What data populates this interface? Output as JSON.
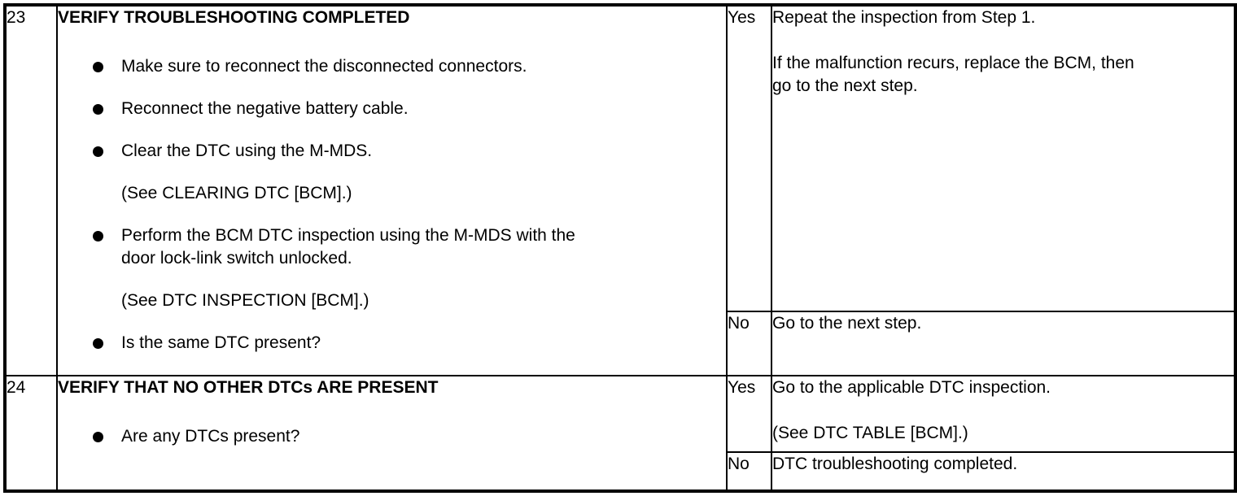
{
  "rows": [
    {
      "step": "23",
      "title": "VERIFY TROUBLESHOOTING COMPLETED",
      "items": [
        {
          "type": "bullet",
          "lines": [
            "Make sure to reconnect the disconnected connectors."
          ]
        },
        {
          "type": "bullet",
          "lines": [
            "Reconnect the negative battery cable."
          ]
        },
        {
          "type": "bullet",
          "lines": [
            "Clear the DTC using the M-MDS."
          ]
        },
        {
          "type": "note",
          "lines": [
            "(See CLEARING DTC [BCM].)"
          ]
        },
        {
          "type": "bullet",
          "lines": [
            "Perform the BCM DTC inspection using the M-MDS with the",
            "door lock-link switch unlocked."
          ]
        },
        {
          "type": "note",
          "lines": [
            "(See DTC INSPECTION [BCM].)"
          ]
        },
        {
          "type": "bullet",
          "lines": [
            "Is the same DTC present?"
          ]
        }
      ],
      "outcomes": [
        {
          "answer": "Yes",
          "lines": [
            "Repeat the inspection from Step 1.",
            "",
            "If the malfunction recurs, replace the BCM, then",
            "go to the next step."
          ]
        },
        {
          "answer": "No",
          "lines": [
            "Go to the next step."
          ]
        }
      ]
    },
    {
      "step": "24",
      "title": "VERIFY THAT NO OTHER DTCs ARE PRESENT",
      "items": [
        {
          "type": "bullet",
          "lines": [
            "Are any DTCs present?"
          ]
        }
      ],
      "outcomes": [
        {
          "answer": "Yes",
          "lines": [
            "Go to the applicable DTC inspection.",
            "",
            "(See DTC TABLE [BCM].)"
          ]
        },
        {
          "answer": "No",
          "lines": [
            "DTC troubleshooting completed."
          ]
        }
      ]
    }
  ],
  "colors": {
    "border": "#000000",
    "text": "#000000",
    "background": "#ffffff"
  }
}
